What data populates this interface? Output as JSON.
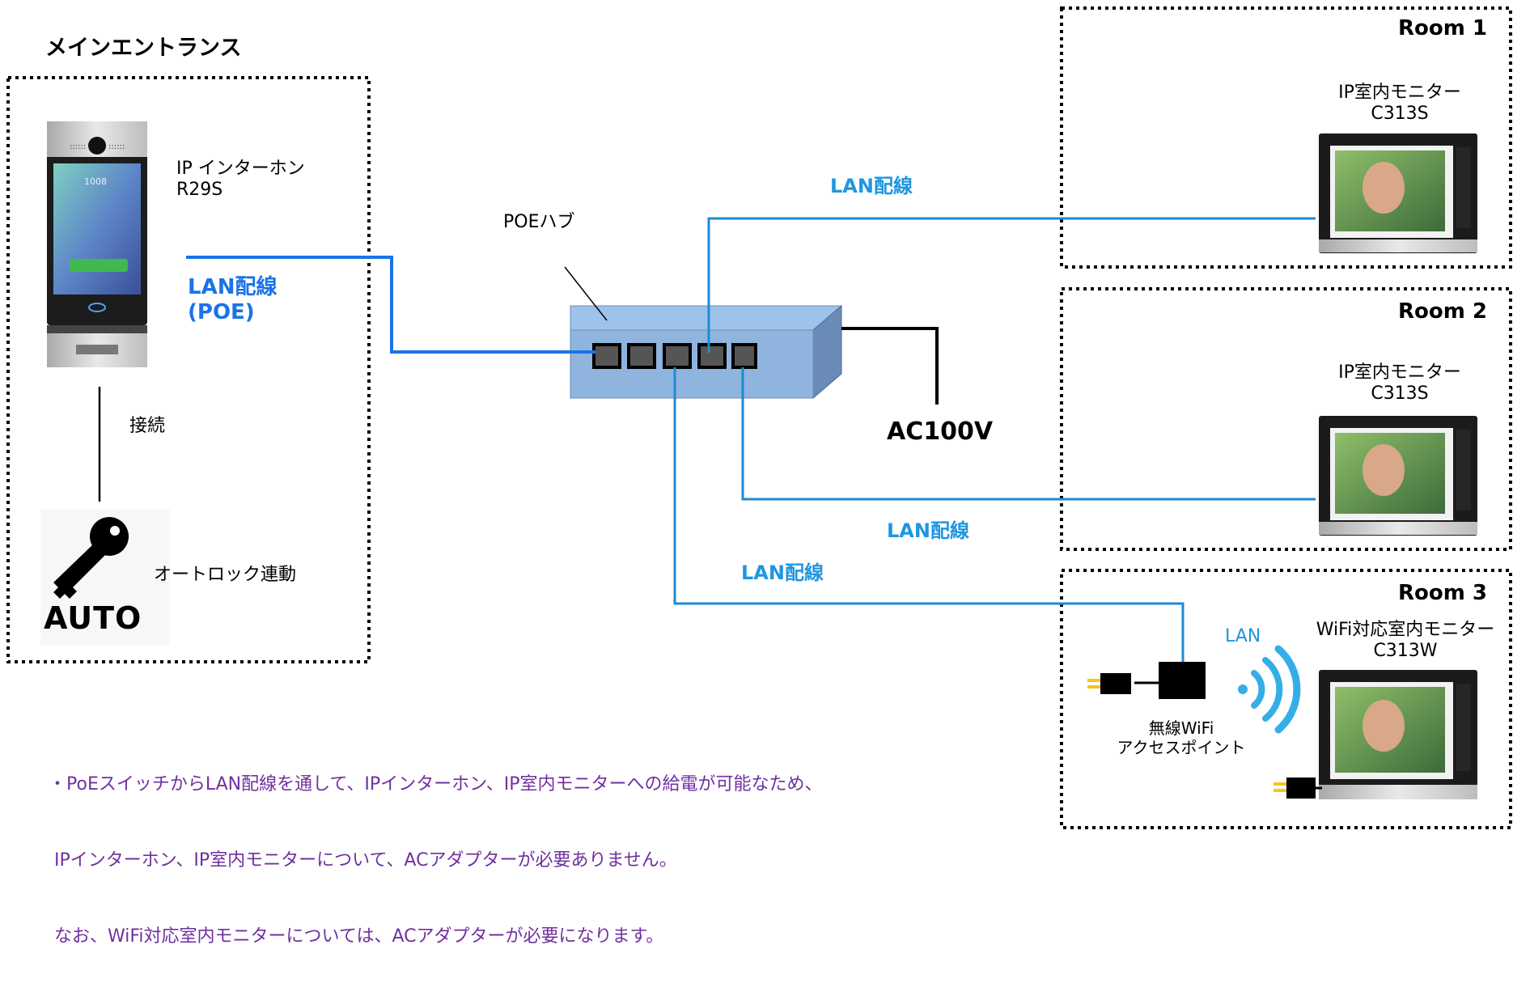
{
  "entrance": {
    "title": "メインエントランス",
    "intercom_label": "IP インターホン\nR29S",
    "intercom_display": "1008",
    "lan_poe_label": "LAN配線\n(POE)",
    "connect_label": "接続",
    "autolock_label": "オートロック連動",
    "auto_text": "AUTO"
  },
  "hub": {
    "label": "POEハブ",
    "power_label": "AC100V"
  },
  "lan_labels": {
    "room1": "LAN配線",
    "room2": "LAN配線",
    "room3": "LAN配線"
  },
  "rooms": [
    {
      "title": "Room 1",
      "monitor_label": "IP室内モニター\nC313S"
    },
    {
      "title": "Room 2",
      "monitor_label": "IP室内モニター\nC313S"
    },
    {
      "title": "Room 3",
      "monitor_label": "WiFi対応室内モニター\nC313W"
    }
  ],
  "wifi": {
    "lan_label": "LAN",
    "ap_label": "無線WiFi\nアクセスポイント"
  },
  "note_lines": [
    "・PoEスイッチからLAN配線を通して、IPインターホン、IP室内モニターへの給電が可能なため、",
    " IPインターホン、IP室内モニターについて、ACアダプターが必要ありません。",
    " なお、WiFi対応室内モニターについては、ACアダプターが必要になります。"
  ],
  "colors": {
    "lan_blue": "#1e96e0",
    "poe_blue": "#1a73e8",
    "hub_face": "#9ec3ea",
    "note_purple": "#7030a0",
    "power_plug": "#f5c518"
  }
}
